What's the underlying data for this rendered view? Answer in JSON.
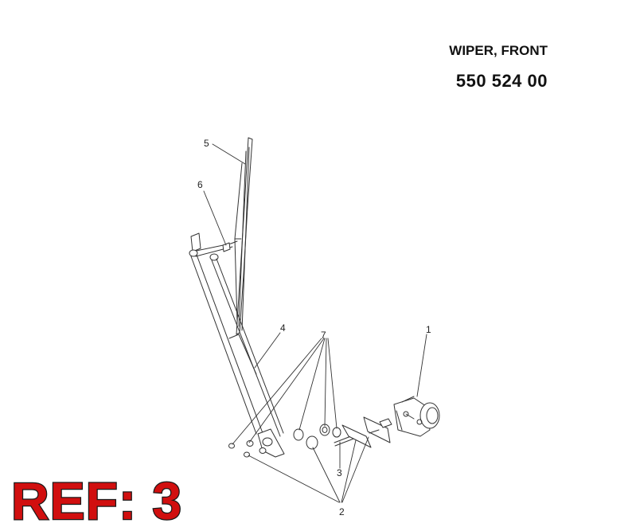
{
  "header": {
    "title": "WIPER, FRONT",
    "part_number": "550 524 00"
  },
  "ref_label": "REF: 3",
  "callouts": {
    "c1": "1",
    "c2": "2",
    "c3": "3",
    "c4": "4",
    "c5": "5",
    "c6": "6",
    "c7": "7"
  },
  "colors": {
    "ref_fill": "#d10f0f",
    "line": "#333333"
  }
}
